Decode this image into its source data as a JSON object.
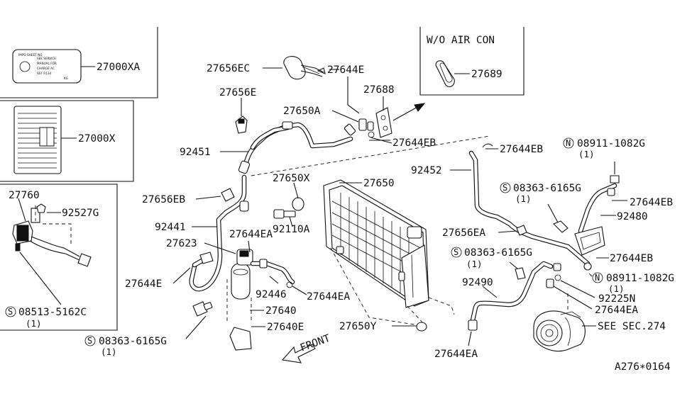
{
  "title_box": "W/O AIR CON",
  "diagram_id": "A276∗0164",
  "direction": "FRONT",
  "labels": {
    "p27000XA": "27000XA",
    "p27000X": "27000X",
    "p27760": "27760",
    "p92527G": "92527G",
    "p08513": "08513-5162C",
    "p08513_qty": "(1)",
    "p27656EC": "27656EC",
    "p27644E_top": "27644E",
    "p27688": "27688",
    "p27689": "27689",
    "p27656E": "27656E",
    "p27650A": "27650A",
    "p27644EB_top": "27644EB",
    "p92451": "92451",
    "p27644EB_mid": "27644EB",
    "p92452": "92452",
    "p08911_top": "08911-1082G",
    "p08911_top_qty": "(1)",
    "p27656EB": "27656EB",
    "p27650X": "27650X",
    "p27650": "27650",
    "p08363_r": "08363-6165G",
    "p08363_r_qty": "(1)",
    "p27644EB_r1": "27644EB",
    "p92480": "92480",
    "p92441": "92441",
    "p27644EA_top": "27644EA",
    "p27656EA": "27656EA",
    "p27623": "27623",
    "p92110A": "92110A",
    "p08363_m": "08363-6165G",
    "p08363_m_qty": "(1)",
    "p27644EB_r2": "27644EB",
    "p08911_b": "08911-1082G",
    "p08911_b_qty": "(1)",
    "p27644E_l": "27644E",
    "p92446": "92446",
    "p27644EA_m": "27644EA",
    "p92490": "92490",
    "p92225N": "92225N",
    "p27644EA_r": "27644EA",
    "p27640": "27640",
    "p27640E": "27640E",
    "p27650Y": "27650Y",
    "p_see": "SEE SEC.274",
    "p08363_bl": "08363-6165G",
    "p08363_bl_qty": "(1)",
    "p27644EA_b": "27644EA"
  },
  "prefix": {
    "S": "S",
    "N": "N"
  },
  "emission_label_text": [
    "IMPO SHEET NO",
    "SEE SERVICE",
    "MANUAL FOR",
    "CHARGE AC",
    "REF R134",
    "KG"
  ]
}
